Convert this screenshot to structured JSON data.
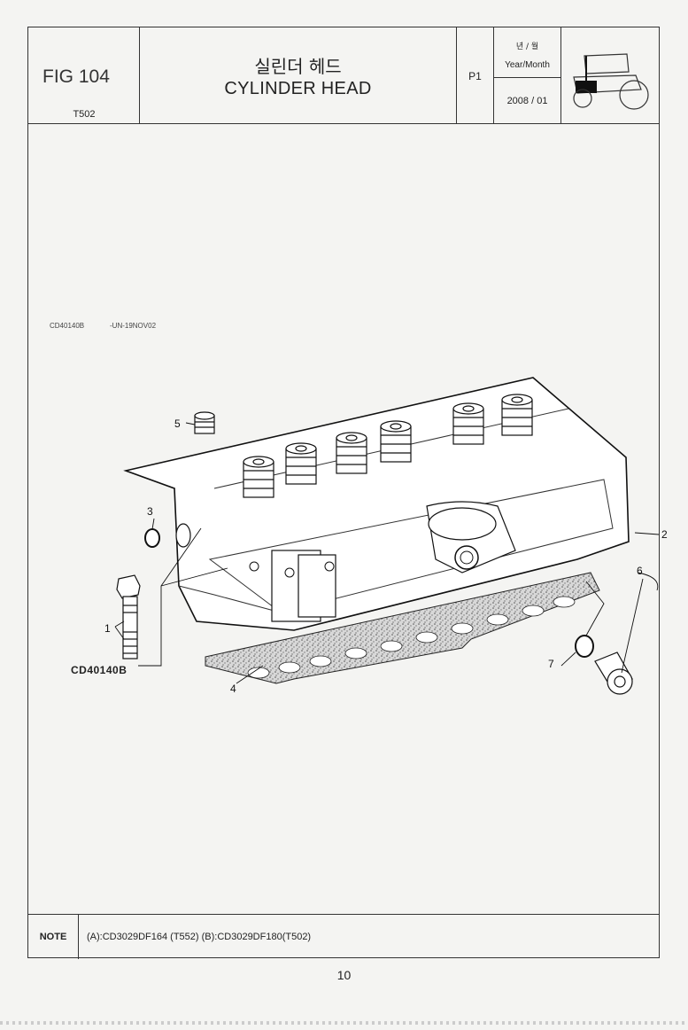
{
  "header": {
    "fig_label": "FIG 104",
    "model": "T502",
    "title_ko": "실린더 헤드",
    "title_en": "CYLINDER HEAD",
    "page": "P1",
    "date_label_ko": "년 / 월",
    "date_label_en": "Year/Month",
    "date_value": "2008 / 01",
    "icon": "tractor-icon"
  },
  "diagram": {
    "caption_code": "CD40140B",
    "caption_stamp": "-UN-19NOV02",
    "part_number": "CD40140B",
    "callouts": [
      "1",
      "2",
      "3",
      "4",
      "5",
      "6",
      "7"
    ]
  },
  "note": {
    "label": "NOTE",
    "text": "(A):CD3029DF164 (T552)  (B):CD3029DF180(T502)"
  },
  "page_number": "10"
}
